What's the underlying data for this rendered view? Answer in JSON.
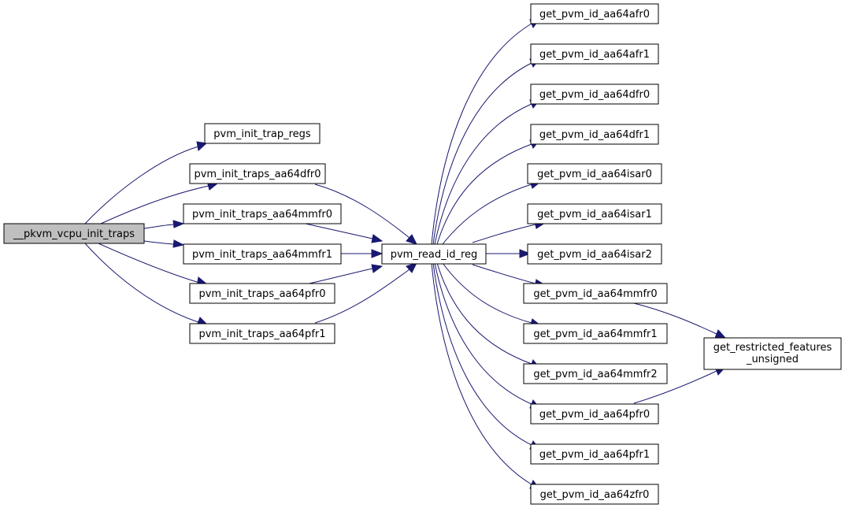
{
  "graph": {
    "root": "__pkvm_vcpu_init_traps",
    "nodes": [
      {
        "id": "root",
        "label": "__pkvm_vcpu_init_traps",
        "highlight": true
      },
      {
        "id": "trap_regs",
        "label": "pvm_init_trap_regs"
      },
      {
        "id": "traps_dfr0",
        "label": "pvm_init_traps_aa64dfr0"
      },
      {
        "id": "traps_mmfr0",
        "label": "pvm_init_traps_aa64mmfr0"
      },
      {
        "id": "traps_mmfr1",
        "label": "pvm_init_traps_aa64mmfr1"
      },
      {
        "id": "traps_pfr0",
        "label": "pvm_init_traps_aa64pfr0"
      },
      {
        "id": "traps_pfr1",
        "label": "pvm_init_traps_aa64pfr1"
      },
      {
        "id": "read_id_reg",
        "label": "pvm_read_id_reg"
      },
      {
        "id": "afr0",
        "label": "get_pvm_id_aa64afr0"
      },
      {
        "id": "afr1",
        "label": "get_pvm_id_aa64afr1"
      },
      {
        "id": "dfr0",
        "label": "get_pvm_id_aa64dfr0"
      },
      {
        "id": "dfr1",
        "label": "get_pvm_id_aa64dfr1"
      },
      {
        "id": "isar0",
        "label": "get_pvm_id_aa64isar0"
      },
      {
        "id": "isar1",
        "label": "get_pvm_id_aa64isar1"
      },
      {
        "id": "isar2",
        "label": "get_pvm_id_aa64isar2"
      },
      {
        "id": "mmfr0",
        "label": "get_pvm_id_aa64mmfr0"
      },
      {
        "id": "mmfr1",
        "label": "get_pvm_id_aa64mmfr1"
      },
      {
        "id": "mmfr2",
        "label": "get_pvm_id_aa64mmfr2"
      },
      {
        "id": "pfr0",
        "label": "get_pvm_id_aa64pfr0"
      },
      {
        "id": "pfr1",
        "label": "get_pvm_id_aa64pfr1"
      },
      {
        "id": "zfr0",
        "label": "get_pvm_id_aa64zfr0"
      },
      {
        "id": "restricted",
        "label": "get_restricted_features_unsigned",
        "lines": [
          "get_restricted_features",
          "_unsigned"
        ]
      }
    ],
    "edges": [
      {
        "from": "root",
        "to": "trap_regs"
      },
      {
        "from": "root",
        "to": "traps_dfr0"
      },
      {
        "from": "root",
        "to": "traps_mmfr0"
      },
      {
        "from": "root",
        "to": "traps_mmfr1"
      },
      {
        "from": "root",
        "to": "traps_pfr0"
      },
      {
        "from": "root",
        "to": "traps_pfr1"
      },
      {
        "from": "traps_dfr0",
        "to": "read_id_reg"
      },
      {
        "from": "traps_mmfr0",
        "to": "read_id_reg"
      },
      {
        "from": "traps_mmfr1",
        "to": "read_id_reg"
      },
      {
        "from": "traps_pfr0",
        "to": "read_id_reg"
      },
      {
        "from": "traps_pfr1",
        "to": "read_id_reg"
      },
      {
        "from": "read_id_reg",
        "to": "afr0"
      },
      {
        "from": "read_id_reg",
        "to": "afr1"
      },
      {
        "from": "read_id_reg",
        "to": "dfr0"
      },
      {
        "from": "read_id_reg",
        "to": "dfr1"
      },
      {
        "from": "read_id_reg",
        "to": "isar0"
      },
      {
        "from": "read_id_reg",
        "to": "isar1"
      },
      {
        "from": "read_id_reg",
        "to": "isar2"
      },
      {
        "from": "read_id_reg",
        "to": "mmfr0"
      },
      {
        "from": "read_id_reg",
        "to": "mmfr1"
      },
      {
        "from": "read_id_reg",
        "to": "mmfr2"
      },
      {
        "from": "read_id_reg",
        "to": "pfr0"
      },
      {
        "from": "read_id_reg",
        "to": "pfr1"
      },
      {
        "from": "read_id_reg",
        "to": "zfr0"
      },
      {
        "from": "mmfr0",
        "to": "restricted"
      },
      {
        "from": "pfr0",
        "to": "restricted"
      }
    ],
    "colors": {
      "edge": "#191970",
      "root_fill": "#bfbfbf",
      "node_fill": "#ffffff",
      "node_stroke": "#000000"
    }
  }
}
